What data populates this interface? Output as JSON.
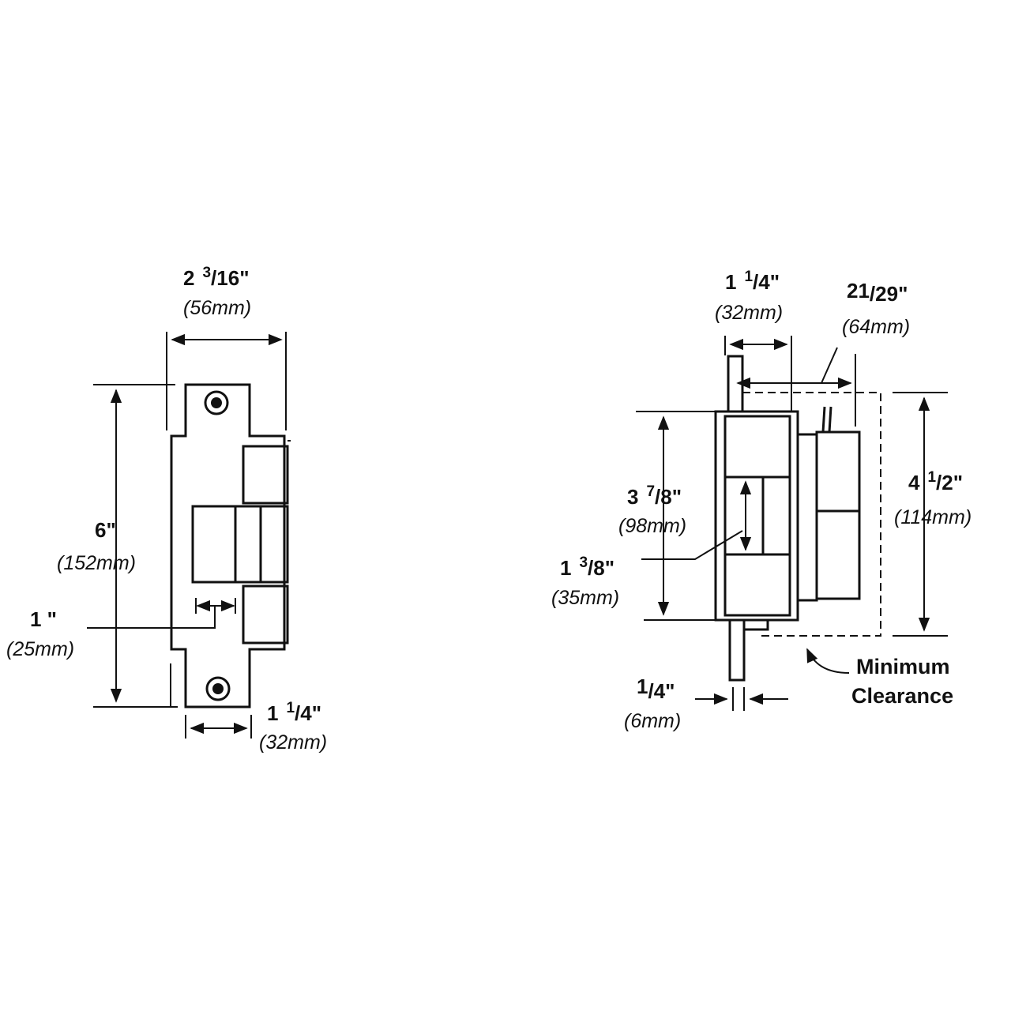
{
  "front_view": {
    "width_top": {
      "whole": "2",
      "frac_num": "3",
      "frac_den": "/16\"",
      "metric": "(56mm)"
    },
    "height": {
      "main": "6\"",
      "metric": "(152mm)"
    },
    "offset": {
      "main": "1 \"",
      "metric": "(25mm)"
    },
    "width_bottom": {
      "whole": "1",
      "frac_num": "1",
      "frac_den": "/4\"",
      "metric": "(32mm)"
    }
  },
  "side_view": {
    "depth_top": {
      "whole": "1",
      "frac_num": "1",
      "frac_den": "/4\"",
      "metric": "(32mm)"
    },
    "depth_total": {
      "main": "21",
      "frac": "/29\"",
      "metric": "(64mm)"
    },
    "body_height": {
      "whole": "3",
      "frac_num": "7",
      "frac_den": "/8\"",
      "metric": "(98mm)"
    },
    "keeper_height": {
      "whole": "1",
      "frac_num": "3",
      "frac_den": "/8\"",
      "metric": "(35mm)"
    },
    "clearance_height": {
      "whole": "4",
      "frac_num": "1",
      "frac_den": "/2\"",
      "metric": "(114mm)"
    },
    "faceplate_thickness": {
      "main": "1",
      "frac": "/4\"",
      "metric": "(6mm)"
    },
    "clearance_label_line1": "Minimum",
    "clearance_label_line2": "Clearance"
  }
}
